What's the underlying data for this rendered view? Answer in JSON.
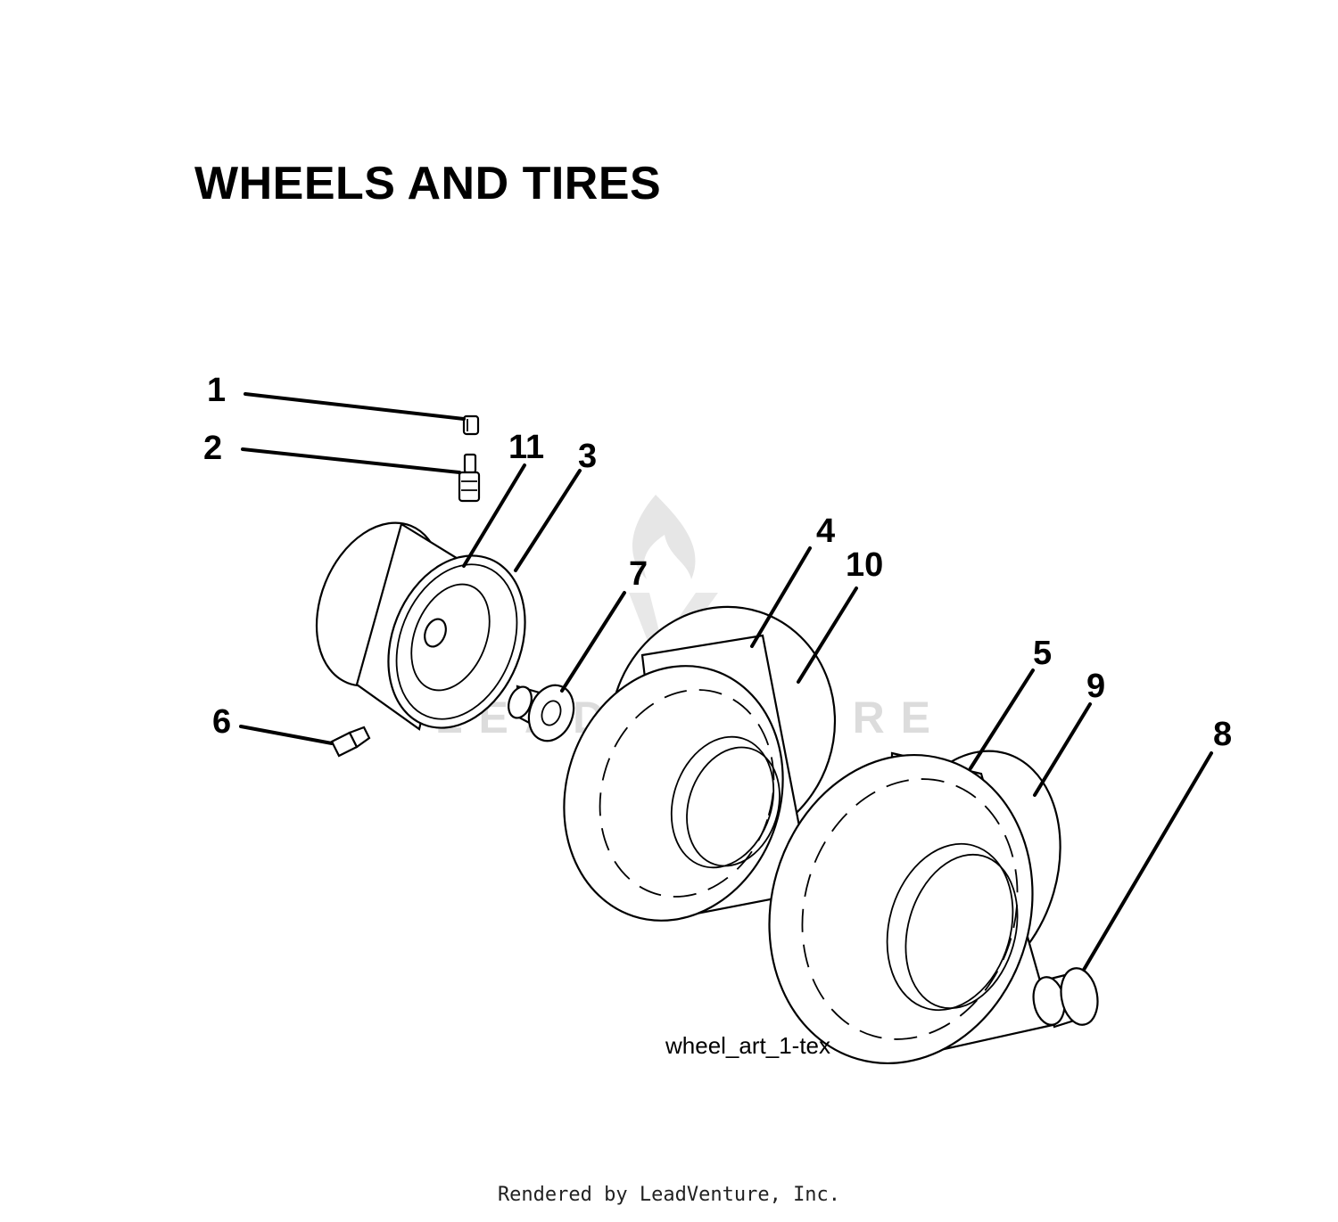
{
  "title": "WHEELS AND TIRES",
  "watermark": {
    "text": "LEADVENTURE",
    "color": "#d9d9d9"
  },
  "callouts": [
    "1",
    "2",
    "3",
    "4",
    "5",
    "6",
    "7",
    "8",
    "9",
    "10",
    "11"
  ],
  "art_reference": "wheel_art_1-tex",
  "footer": "Rendered by LeadVenture, Inc."
}
